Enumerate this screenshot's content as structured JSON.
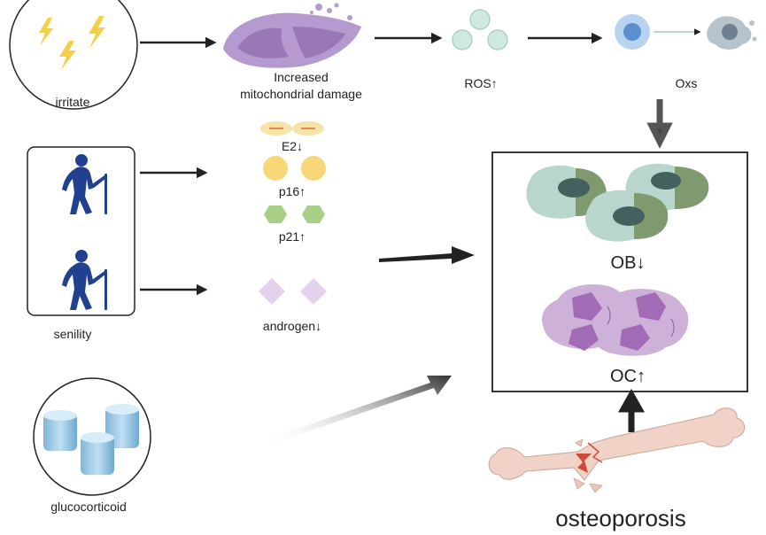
{
  "labels": {
    "irritate": "irritate",
    "mito": [
      "Increased",
      "mitochondrial damage"
    ],
    "ros": "ROS↑",
    "oxs": "Oxs",
    "e2": "E2↓",
    "p16": "p16↑",
    "p21": "p21↑",
    "androgen": "androgen↓",
    "senility": "senility",
    "glucocorticoid": "glucocorticoid",
    "ob": "OB↓",
    "oc": "OC↑",
    "osteoporosis": "osteoporosis"
  },
  "colors": {
    "lightning": "#f4cf4a",
    "mitochondria": "#a887c3",
    "ros": "#cfe9df",
    "cell": "#6f9fd8",
    "person": "#21408f",
    "estrogen": "#f6e3a8",
    "p16": "#f7d778",
    "p21": "#a9cf86",
    "androgen": "#e4d2ec",
    "ob_light": "#b8d6cc",
    "ob_dark": "#7f9a6f",
    "oc": "#cdb1d8",
    "oc_nucleus": "#a16bb5",
    "capsule": "#9ccbe6",
    "bone": "#f0d3c6"
  }
}
